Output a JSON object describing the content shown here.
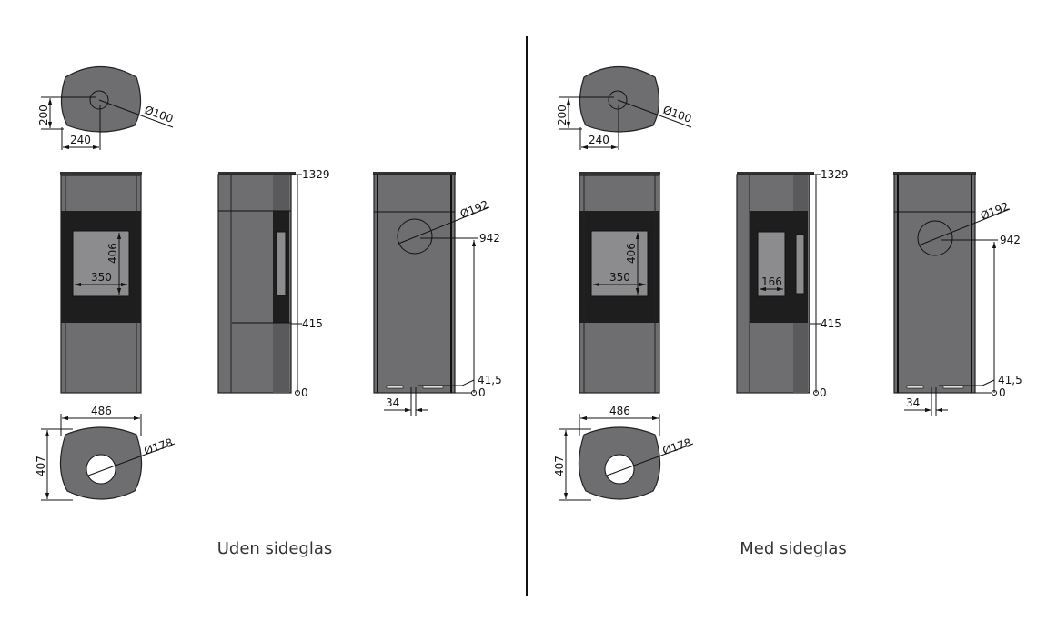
{
  "panels": [
    {
      "caption": "Uden sideglas",
      "top_view": {
        "flue_diameter": "Ø100",
        "depth_offset": "200",
        "width_offset": "240"
      },
      "front_view": {
        "glass_height": "406",
        "glass_width": "350"
      },
      "side_view": {
        "height_total": "1329",
        "height_door_bottom": "415",
        "height_zero": "0",
        "side_glass_width": null
      },
      "back_view": {
        "outlet_diameter": "Ø192",
        "outlet_height": "942",
        "inlet_height": "41,5",
        "height_zero": "0",
        "inlet_offset": "34"
      },
      "bottom_view": {
        "width": "486",
        "depth": "407",
        "hole_diameter": "Ø178"
      }
    },
    {
      "caption": "Med sideglas",
      "top_view": {
        "flue_diameter": "Ø100",
        "depth_offset": "200",
        "width_offset": "240"
      },
      "front_view": {
        "glass_height": "406",
        "glass_width": "350"
      },
      "side_view": {
        "height_total": "1329",
        "height_door_bottom": "415",
        "height_zero": "0",
        "side_glass_width": "166"
      },
      "back_view": {
        "outlet_diameter": "Ø192",
        "outlet_height": "942",
        "inlet_height": "41,5",
        "height_zero": "0",
        "inlet_offset": "34"
      },
      "bottom_view": {
        "width": "486",
        "depth": "407",
        "hole_diameter": "Ø178"
      }
    }
  ],
  "colors": {
    "body": "#6e6e70",
    "door": "#1e1e1e",
    "glass": "#8c8c8e",
    "divider": "#111111"
  }
}
